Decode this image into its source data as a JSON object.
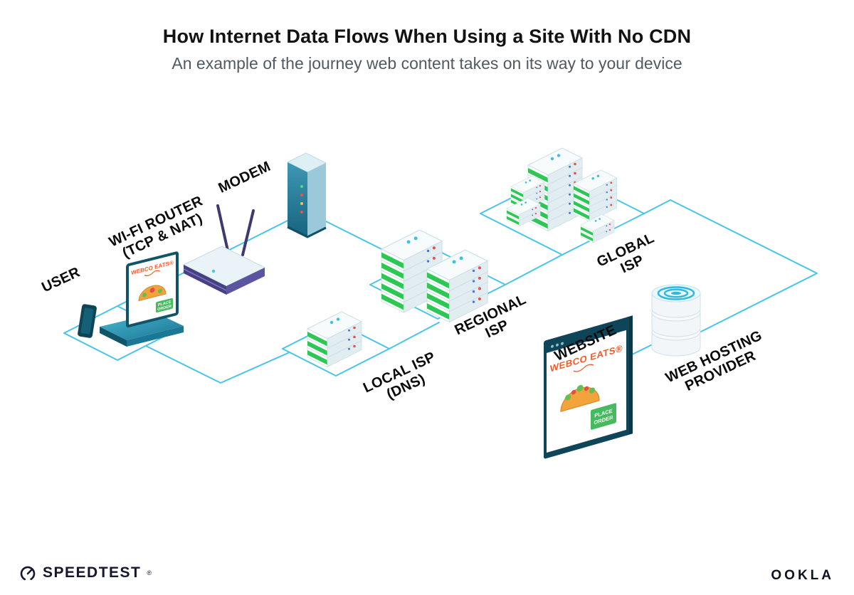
{
  "header": {
    "title": "How Internet Data Flows When Using a Site With No CDN",
    "subtitle": "An example of the journey web content takes on its way to your device"
  },
  "nodes": {
    "user": {
      "label": "USER"
    },
    "router": {
      "label_line1": "WI-FI ROUTER",
      "label_line2": "(TCP & NAT)"
    },
    "modem": {
      "label": "MODEM"
    },
    "local_isp": {
      "label_line1": "LOCAL ISP",
      "label_line2": "(DNS)"
    },
    "regional_isp": {
      "label_line1": "REGIONAL",
      "label_line2": "ISP"
    },
    "global_isp": {
      "label_line1": "GLOBAL",
      "label_line2": "ISP"
    },
    "website": {
      "label": "WEBSITE"
    },
    "hosting": {
      "label_line1": "WEB HOSTING",
      "label_line2": "PROVIDER"
    }
  },
  "screens": {
    "laptop": {
      "brand": "WEBCO EATS®",
      "button_line1": "PLACE",
      "button_line2": "ORDER"
    },
    "website": {
      "brand": "WEBCO EATS®",
      "button_line1": "PLACE",
      "button_line2": "ORDER"
    }
  },
  "footer": {
    "speedtest": "SPEEDTEST",
    "speedtest_mark": "®",
    "ookla": "OOKLA"
  },
  "colors": {
    "line": "#49C4EA",
    "server_green": "#2CC853",
    "brand_orange": "#F15A29",
    "teal_dark": "#0F5468"
  }
}
